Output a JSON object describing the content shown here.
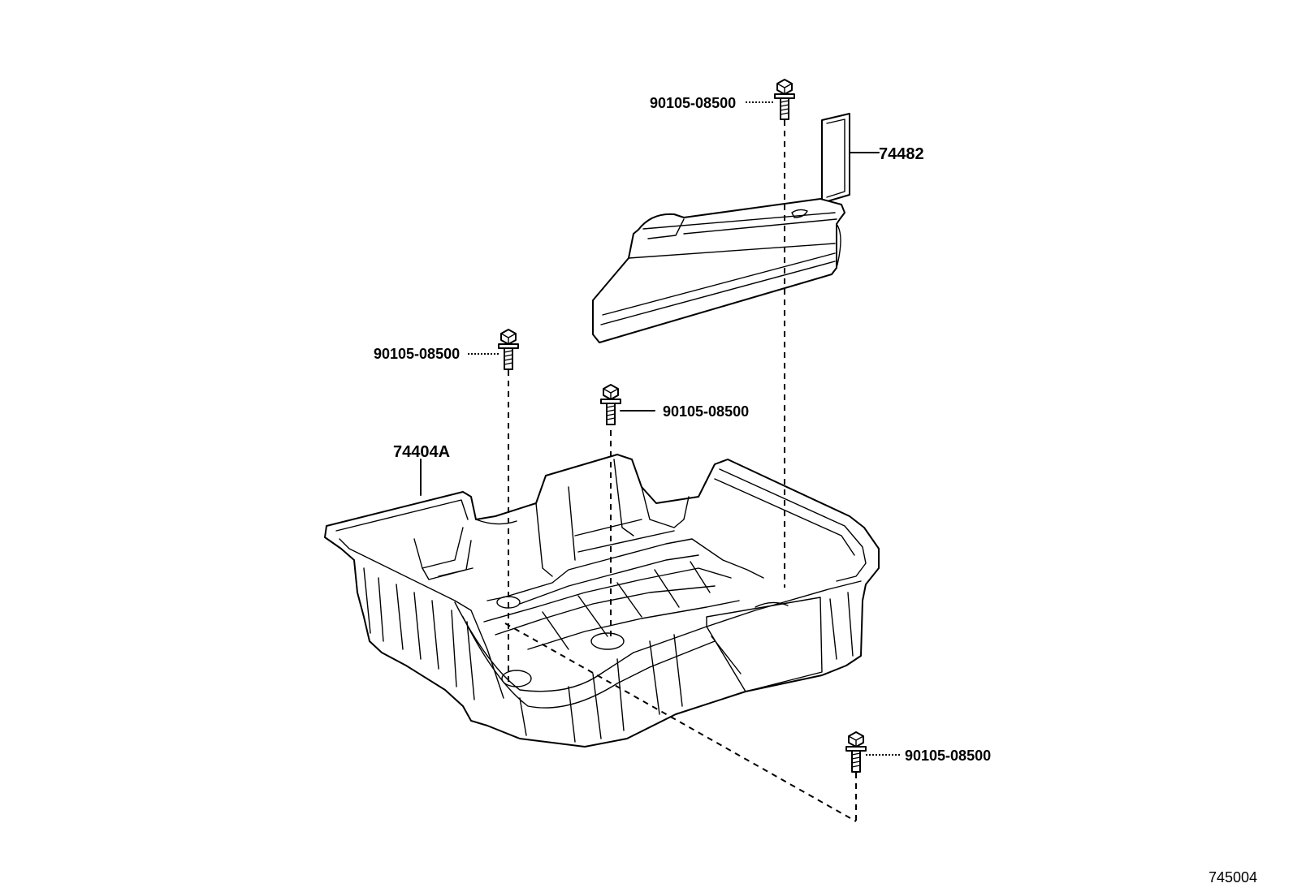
{
  "callouts": {
    "bolt_top": "90105-08500",
    "bolt_left": "90105-08500",
    "bolt_middle": "90105-08500",
    "bolt_bottom": "90105-08500",
    "bracket": "74482",
    "tray": "74404A"
  },
  "diagram_id": "745004",
  "icons": {
    "bolt": "hex-flange-bolt-icon"
  }
}
